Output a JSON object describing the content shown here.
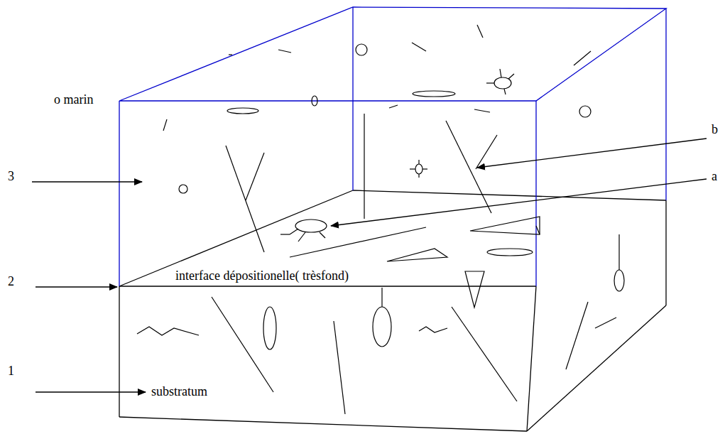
{
  "diagram": {
    "labels": [
      "o marin",
      "3",
      "2",
      "1",
      "substratum",
      "interface dépositionelle( trèsfond)",
      "a",
      "b"
    ]
  }
}
